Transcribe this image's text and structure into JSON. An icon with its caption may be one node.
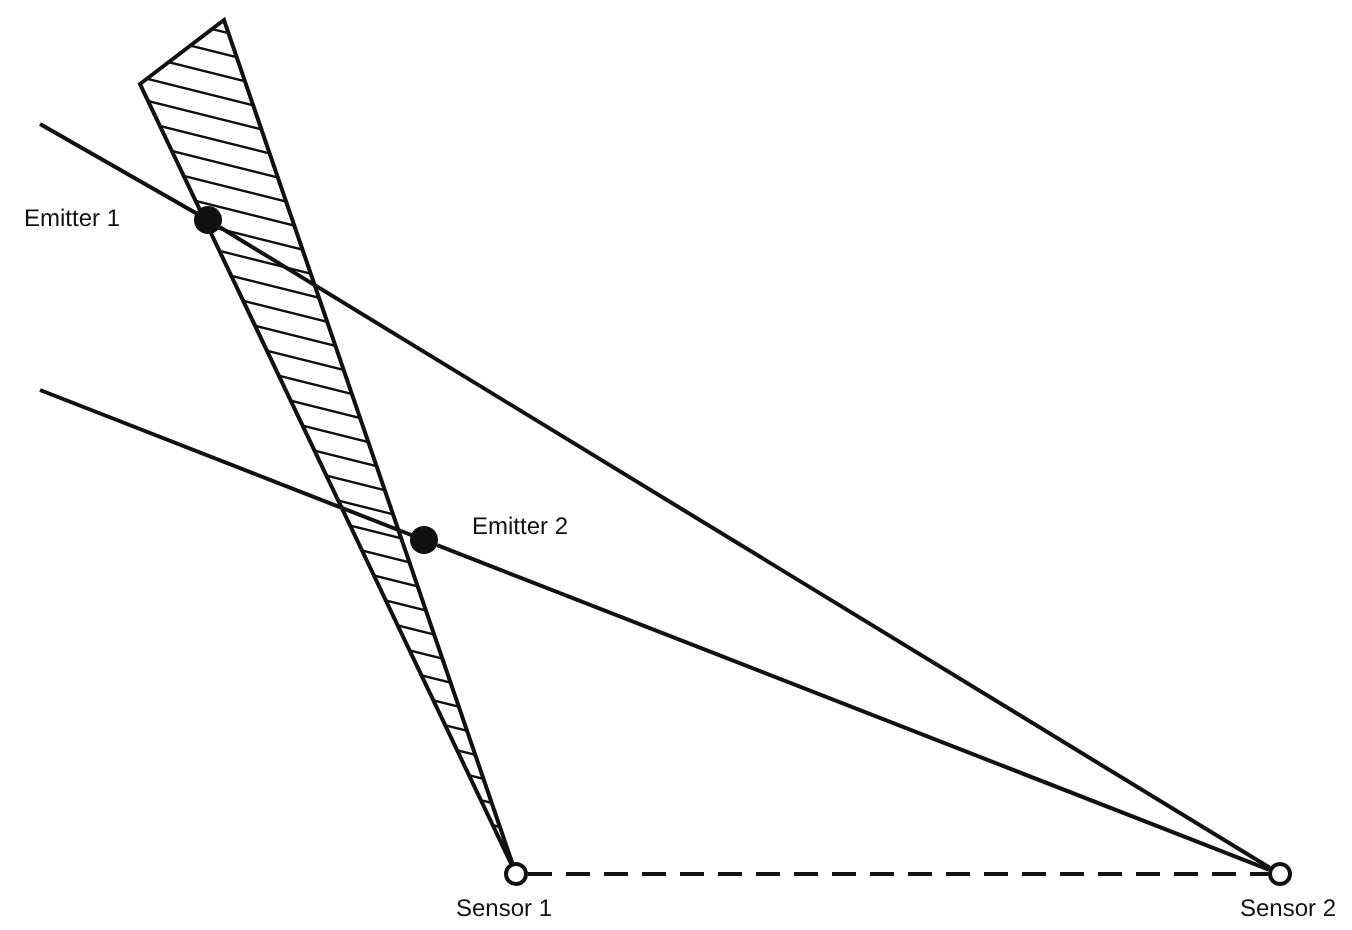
{
  "diagram": {
    "nodes": [
      {
        "text": [
          "Emitter 1"
        ]
      },
      {
        "text": [
          "Emitter 2"
        ]
      },
      {
        "text": [
          "Sensor 1"
        ]
      },
      {
        "text": [
          "Sensor 2"
        ]
      }
    ],
    "edges": [
      {
        "from": 3,
        "to": 0,
        "arrow": "none"
      },
      {
        "from": 3,
        "to": 1,
        "arrow": "none"
      },
      {
        "from": 2,
        "to": 3,
        "arrow": "none",
        "style": "dashed"
      }
    ]
  }
}
